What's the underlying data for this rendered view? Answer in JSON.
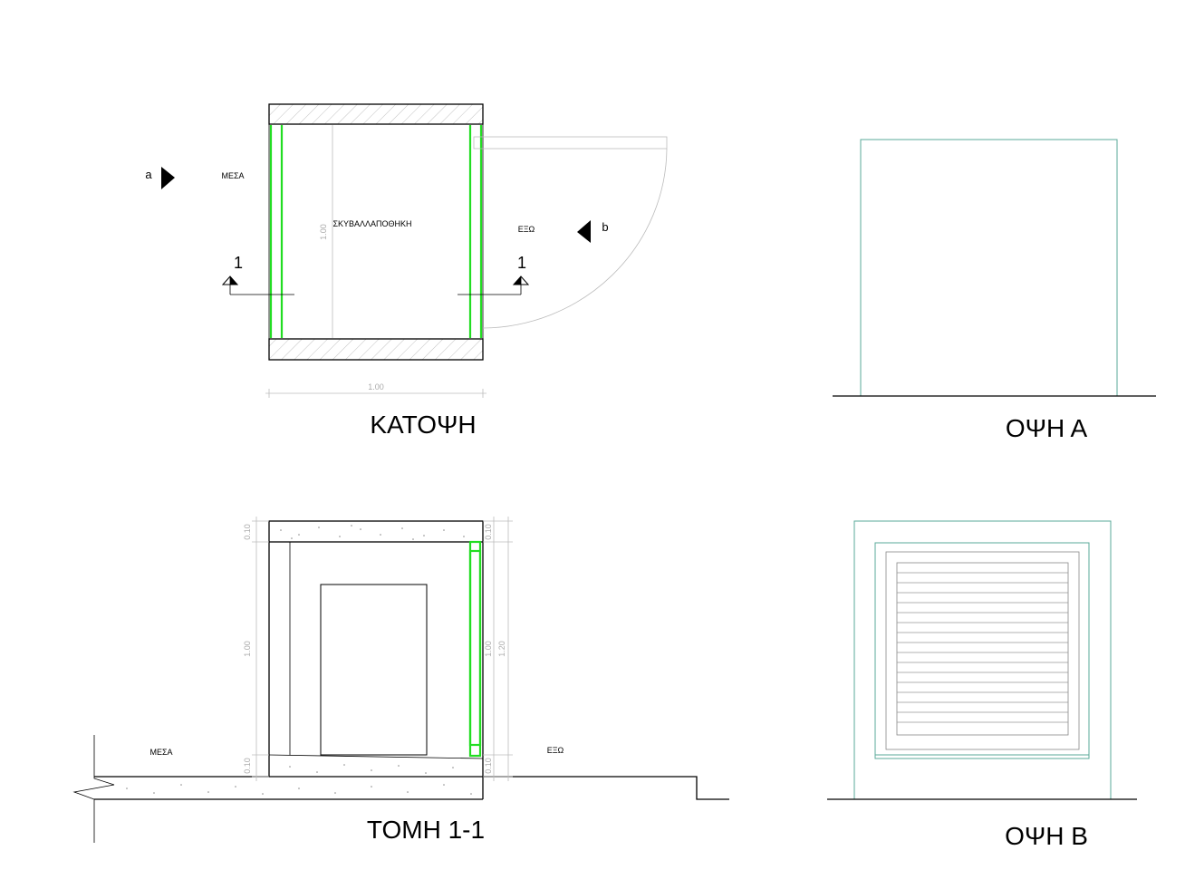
{
  "titles": {
    "plan": "ΚΑΤΟΨΗ",
    "elevation_a": "ΟΨΗ Α",
    "section": "ΤΟΜΗ 1-1",
    "elevation_b": "ΟΨΗ Β"
  },
  "plan": {
    "room_label": "ΣΚΥΒΑΛΛΑΠΟΘΗΚΗ",
    "inside_label": "ΜΕΣΑ",
    "outside_label": "ΕΞΩ",
    "view_marker_a": "a",
    "view_marker_b": "b",
    "section_mark_left": "1",
    "section_mark_right": "1",
    "dim_width": "1.00",
    "dim_depth": "1.00"
  },
  "section": {
    "inside_label": "ΜΕΣΑ",
    "outside_label": "ΕΞΩ",
    "dim_top_slab": "0.10",
    "dim_height": "1.00",
    "dim_bottom_slab": "0.10",
    "dim_right_top": "0.10",
    "dim_right_mid": "1.00",
    "dim_right_mid2": "1.20",
    "dim_right_bottom": "0.10"
  },
  "colors": {
    "green_frame": "#22dd22",
    "elevation_outline": "#5aa898",
    "dimension_grey": "#aaaaaa"
  }
}
